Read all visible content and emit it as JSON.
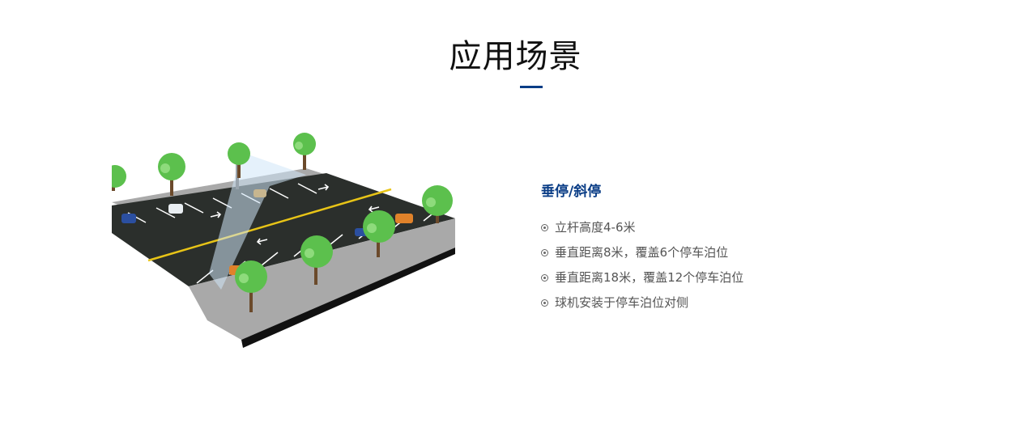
{
  "header": {
    "title": "应用场景"
  },
  "scene": {
    "colors": {
      "road": "#2b2f2c",
      "sidewalk": "#a9a9a9",
      "center_line": "#e8c417",
      "tree": "#5cc04d",
      "camera_beam": "#cfe6f7"
    }
  },
  "info": {
    "title": "垂停/斜停",
    "items": [
      "立杆高度4-6米",
      "垂直距离8米，覆盖6个停车泊位",
      "垂直距离18米，覆盖12个停车泊位",
      "球机安装于停车泊位对侧"
    ]
  }
}
